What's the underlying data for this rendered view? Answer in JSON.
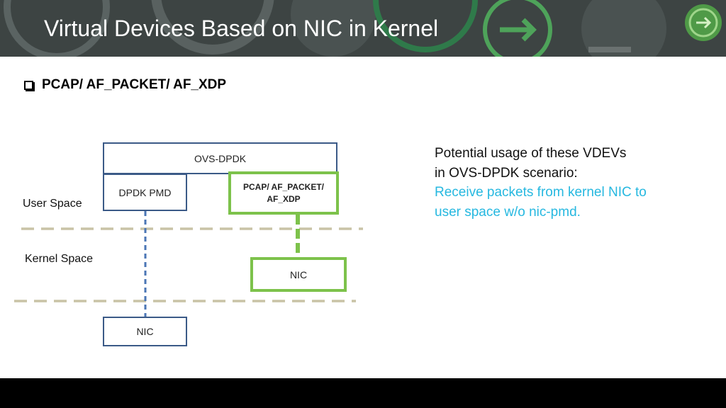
{
  "title": "Virtual Devices Based on NIC in Kernel",
  "bullet": "PCAP/ AF_PACKET/ AF_XDP",
  "diagram": {
    "ovs_dpdk": "OVS-DPDK",
    "dpdk_pmd": "DPDK PMD",
    "vdev_line1": "PCAP/ AF_PACKET/",
    "vdev_line2": "AF_XDP",
    "nic_kernel": "NIC",
    "nic_hw": "NIC",
    "user_space": "User Space",
    "kernel_space": "Kernel Space"
  },
  "note": {
    "line1": "Potential usage of  these VDEVs",
    "line2": "in OVS-DPDK scenario:",
    "line3": "Receive packets from kernel NIC to",
    "line4": "user space w/o nic-pmd."
  },
  "colors": {
    "blue_border": "#3b5a87",
    "green_border": "#7dc24b",
    "dash_divider": "#c9c3a6",
    "highlight_text": "#26b8e0"
  }
}
